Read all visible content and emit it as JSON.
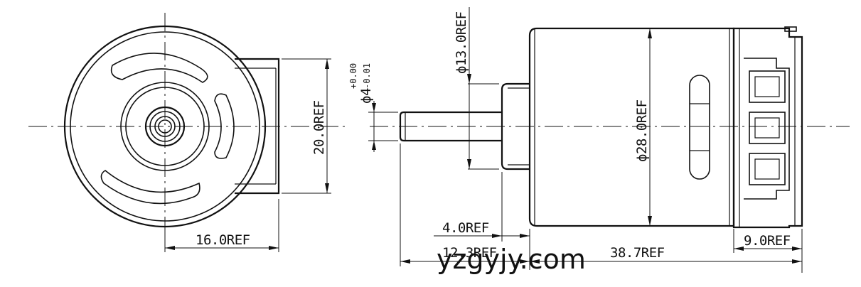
{
  "dimensions": {
    "front_width": "16.0REF",
    "front_height": "20.0REF",
    "shaft_diameter_symbol": "ϕ4",
    "shaft_tol_upper": "+0.00",
    "shaft_tol_lower": "-0.01",
    "boss_diameter": "ϕ13.0REF",
    "body_diameter": "ϕ28.0REF",
    "boss_length": "4.0REF",
    "shaft_length": "12.3REF",
    "body_length": "38.7REF",
    "connector_length": "9.0REF"
  },
  "watermark": "yzgyjy.com"
}
